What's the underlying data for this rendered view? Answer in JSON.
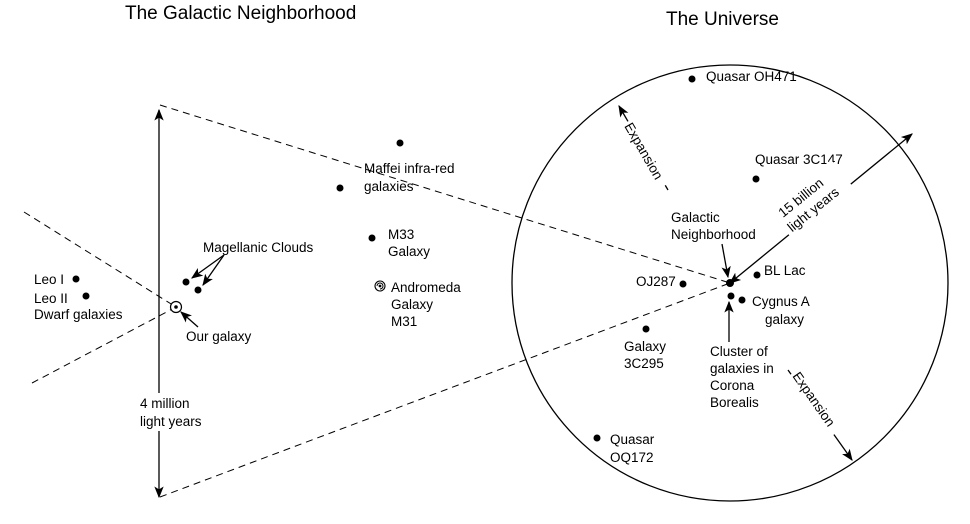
{
  "titles": {
    "neighborhood": "The Galactic Neighborhood",
    "universe": "The Universe"
  },
  "neighborhood": {
    "scale_line1": "4 million",
    "scale_line2": "light years",
    "leo1": "Leo I",
    "leo2": "Leo II",
    "dwarf": "Dwarf galaxies",
    "magellanic": "Magellanic Clouds",
    "our_galaxy": "Our galaxy",
    "maffei_line1": "Maffei infra-red",
    "maffei_line2": "galaxies",
    "m33_line1": "M33",
    "m33_line2": "Galaxy",
    "andromeda_line1": "Andromeda",
    "andromeda_line2": "Galaxy",
    "andromeda_line3": "M31"
  },
  "universe": {
    "quasar_oh471": "Quasar OH471",
    "quasar_3c147": "Quasar 3C147",
    "radius_line1": "15 billion",
    "radius_line2": "light years",
    "expansion_top": "Expansion",
    "expansion_bottom": "Expansion",
    "galactic_line1": "Galactic",
    "galactic_line2": "Neighborhood",
    "bl_lac": "BL Lac",
    "oj287": "OJ287",
    "cygnus_line1": "Cygnus A",
    "cygnus_line2": "galaxy",
    "galaxy3c295_line1": "Galaxy",
    "galaxy3c295_line2": "3C295",
    "cluster_line1": "Cluster of",
    "cluster_line2": "galaxies in",
    "cluster_line3": "Corona",
    "cluster_line4": "Borealis",
    "quasar_oq172_line1": "Quasar",
    "quasar_oq172_line2": "OQ172"
  }
}
